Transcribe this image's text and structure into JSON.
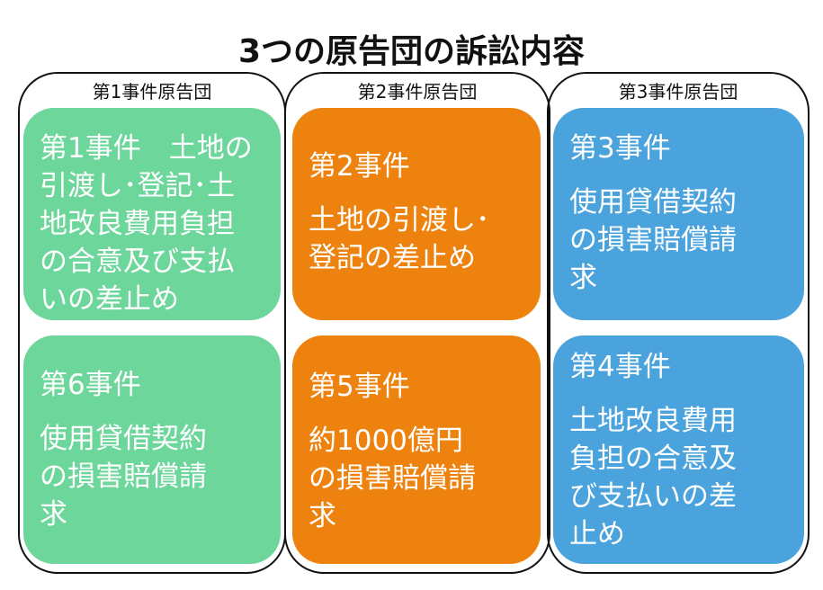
{
  "title": "3つの原告団の訴訟内容",
  "colors": {
    "green": "#6dd69b",
    "orange": "#ee820f",
    "blue": "#4aa3dc"
  },
  "groups": [
    {
      "header": "第1事件原告団",
      "cases": [
        {
          "title": "第1事件　土地の",
          "body": [
            "引渡し･登記･土",
            "地改良費用負担",
            "の合意及び支払",
            "いの差止め"
          ]
        },
        {
          "title": "第6事件",
          "body": [
            "使用貸借契約",
            "の損害賠償請",
            "求"
          ]
        }
      ]
    },
    {
      "header": "第2事件原告団",
      "cases": [
        {
          "title": "第2事件",
          "body": [
            "土地の引渡し･",
            "登記の差止め"
          ]
        },
        {
          "title": "第5事件",
          "body": [
            "約1000億円",
            "の損害賠償請",
            "求"
          ]
        }
      ]
    },
    {
      "header": "第3事件原告団",
      "cases": [
        {
          "title": "第3事件",
          "body": [
            "使用貸借契約",
            "の損害賠償請",
            "求"
          ]
        },
        {
          "title": "第4事件",
          "body": [
            "土地改良費用",
            "負担の合意及",
            "び支払いの差",
            "止め"
          ]
        }
      ]
    }
  ]
}
